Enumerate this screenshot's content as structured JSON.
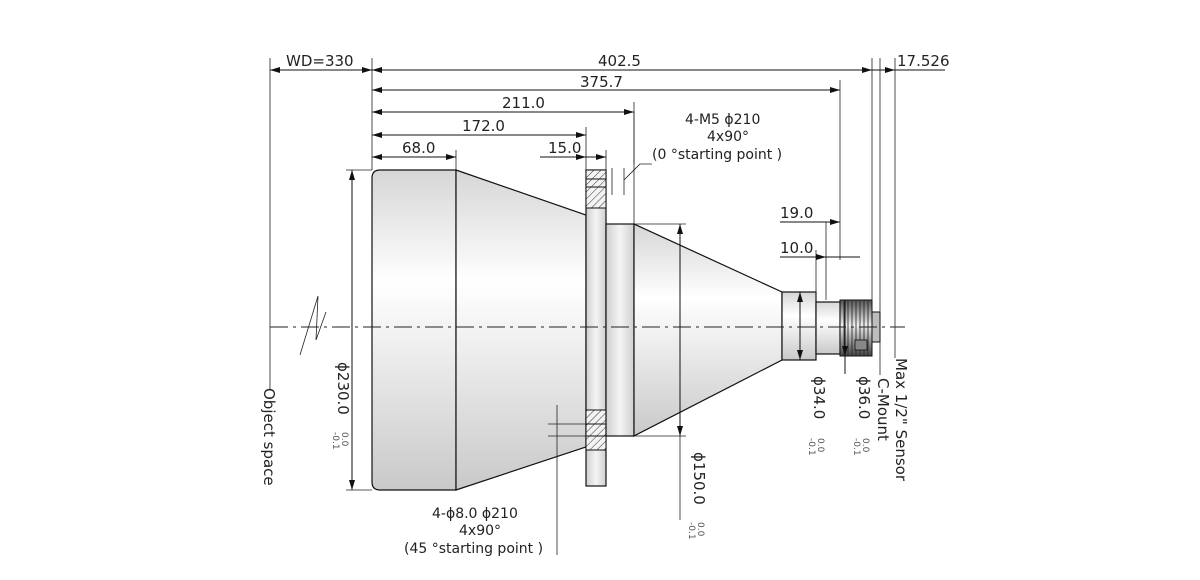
{
  "dimensions": {
    "wd": "WD=330",
    "total_length": "402.5",
    "length_375": "375.7",
    "length_211": "211.0",
    "length_172": "172.0",
    "length_68": "68.0",
    "flange_thickness": "15.0",
    "back_focal": "17.526",
    "mount_19": "19.0",
    "mount_10": "10.0"
  },
  "diameters": {
    "front": "ϕ230.0",
    "front_tol_upper": "0.0",
    "front_tol_lower": "-0.1",
    "rear_cone": "ϕ150.0",
    "rear_cone_tol_upper": "0.0",
    "rear_cone_tol_lower": "-0.1",
    "barrel_34": "ϕ34.0",
    "barrel_34_tol_upper": "0.0",
    "barrel_34_tol_lower": "-0.1",
    "barrel_36": "ϕ36.0",
    "barrel_36_tol_upper": "0.0",
    "barrel_36_tol_lower": "-0.1"
  },
  "notes": {
    "threaded_holes": [
      "4-M5 ϕ210",
      "4x90°",
      "(0 °starting point    )"
    ],
    "through_holes": [
      "4-ϕ8.0   ϕ210",
      "4x90°",
      "(45 °starting point    )"
    ]
  },
  "labels": {
    "object_space": "Object space",
    "sensor": "Max 1/2\" Sensor",
    "mount": "C-Mount"
  }
}
